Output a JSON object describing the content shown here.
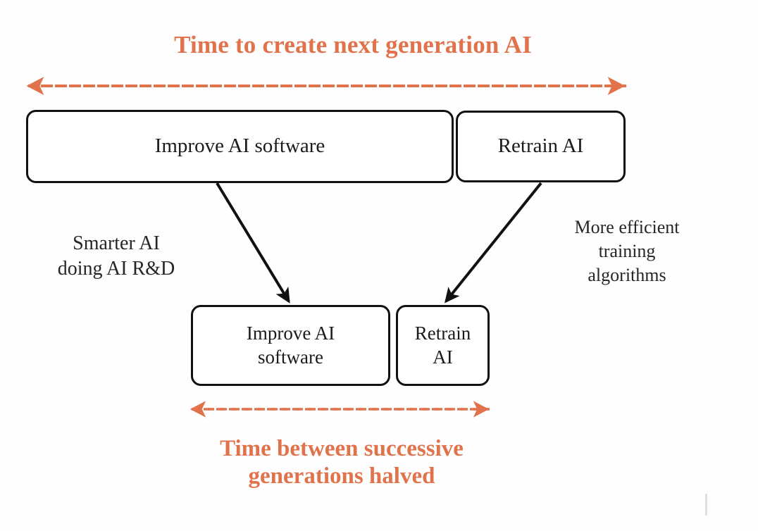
{
  "diagram": {
    "type": "flow-diagram",
    "background_color": "#fefefe",
    "accent_color": "#e1734c",
    "stroke_color": "#111111",
    "text_color": "#1b1b1b",
    "top_title": "Time to create next generation AI",
    "bottom_caption_line1": "Time between successive",
    "bottom_caption_line2": "generations halved",
    "nodes": {
      "top_improve": "Improve AI software",
      "top_retrain": "Retrain AI",
      "bottom_improve_line1": "Improve AI",
      "bottom_improve_line2": "software",
      "bottom_retrain_line1": "Retrain",
      "bottom_retrain_line2": "AI"
    },
    "edge_labels": {
      "left_line1": "Smarter AI",
      "left_line2": "doing AI R&D",
      "right_line1": "More efficient",
      "right_line2": "training",
      "right_line3": "algorithms"
    },
    "measure_arrows": {
      "top": "double-headed-dashed-arrow",
      "bottom": "double-headed-dashed-arrow"
    },
    "flow_arrows": {
      "left": "arrow-improve-to-improve",
      "right": "arrow-retrain-to-retrain"
    }
  }
}
